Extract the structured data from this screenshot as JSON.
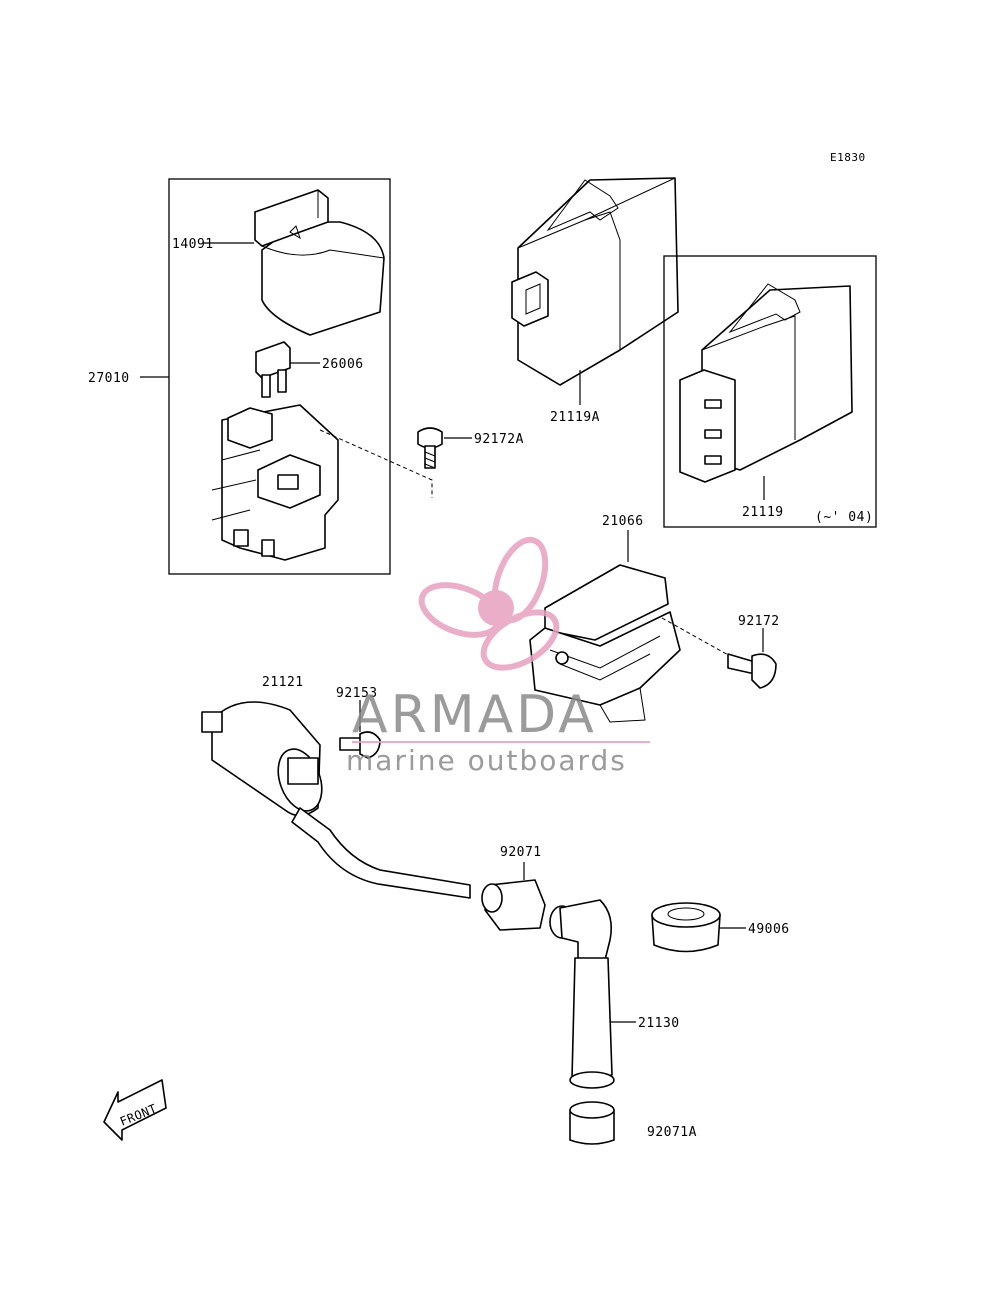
{
  "diagram": {
    "code": "E1830",
    "labels": {
      "p14091": "14091",
      "p27010": "27010",
      "p26006": "26006",
      "p92172A": "92172A",
      "p21119A": "21119A",
      "p21119": "21119",
      "p21119_note": "(~' 04)",
      "p21066": "21066",
      "p92172": "92172",
      "p21121": "21121",
      "p92153": "92153",
      "p92071": "92071",
      "p49006": "49006",
      "p21130": "21130",
      "p92071A": "92071A"
    },
    "front_arrow": "FRONT"
  },
  "watermark": {
    "brand": "ARMADA",
    "tagline": "marine outboards",
    "colors": {
      "propeller": "#e8a0c0",
      "text": "#8a8a8a",
      "accent": "#e8a0c0"
    }
  }
}
